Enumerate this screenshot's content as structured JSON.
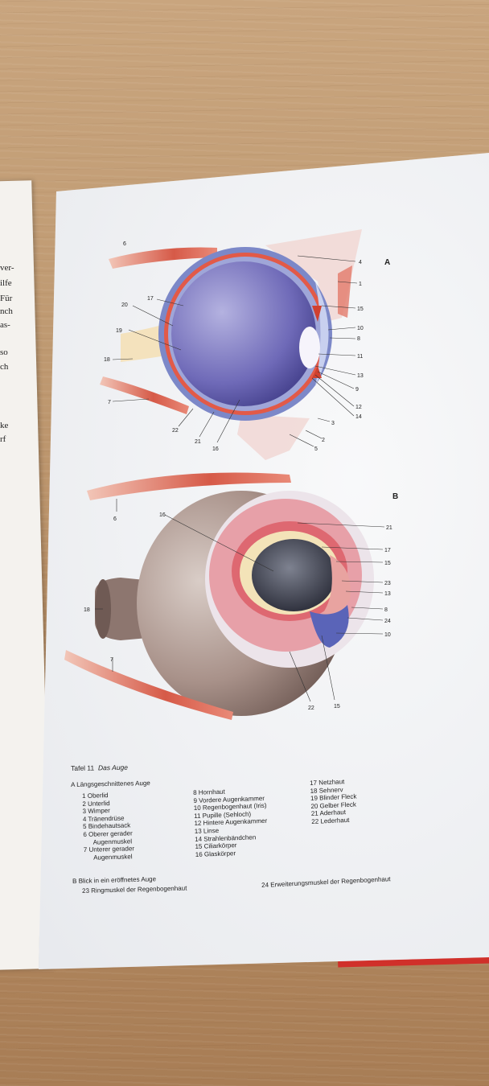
{
  "left_page_fragments": [
    "ver-",
    "ilfe",
    "Für",
    "nch",
    "as-",
    "so",
    "ch",
    "ke",
    "rf"
  ],
  "figure_a": {
    "panel": "A",
    "labels": [
      "6",
      "4",
      "1",
      "17",
      "20",
      "15",
      "10",
      "8",
      "19",
      "11",
      "18",
      "13",
      "9",
      "12",
      "14",
      "7",
      "3",
      "22",
      "2",
      "21",
      "16",
      "5"
    ]
  },
  "figure_b": {
    "panel": "B",
    "labels": [
      "6",
      "16",
      "21",
      "17",
      "15",
      "23",
      "13",
      "18",
      "8",
      "24",
      "10",
      "7",
      "22",
      "15"
    ]
  },
  "caption": {
    "plate": "Tafel 11",
    "title": "Das Auge",
    "section_a": "A Längsgeschnittenes Auge",
    "col1": [
      "1 Oberlid",
      "2 Unterlid",
      "3 Wimper",
      "4 Tränendrüse",
      "5 Bindehautsack",
      "6 Oberer gerader",
      "Augenmuskel",
      "7 Unterer gerader",
      "Augenmuskel"
    ],
    "col2": [
      "8 Hornhaut",
      "9 Vordere Augenkammer",
      "10 Regenbogenhaut (Iris)",
      "11 Pupille (Sehloch)",
      "12 Hintere Augenkammer",
      "13 Linse",
      "14 Strahlenbändchen",
      "15 Ciliarkörper",
      "16 Glaskörper"
    ],
    "col3": [
      "17 Netzhaut",
      "18 Sehnerv",
      "19 Blinder Fleck",
      "20 Gelber Fleck",
      "21 Aderhaut",
      "22 Lederhaut"
    ],
    "section_b": "B Blick in ein eröffnetes Auge",
    "item_23": "23 Ringmuskel der Regenbogenhaut",
    "item_24": "24 Erweiterungsmuskel der Regenbogenhaut"
  }
}
